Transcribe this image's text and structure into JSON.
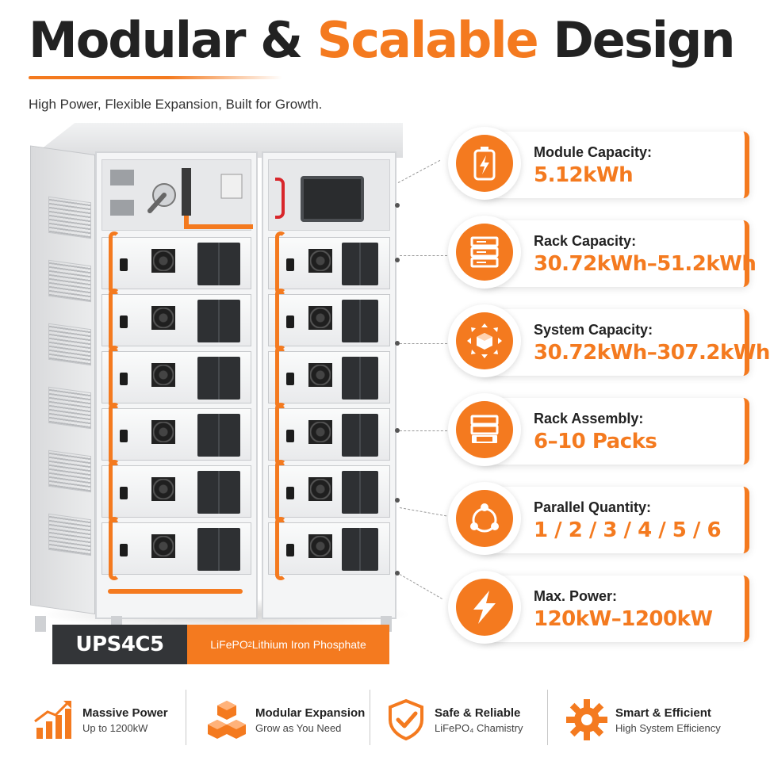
{
  "header": {
    "title_part1": "Modular & ",
    "title_accent": "Scalable",
    "title_part2": " Design",
    "subtitle": "High Power, Flexible Expansion, Built for Growth."
  },
  "product": {
    "model": "UPS4C5",
    "chemistry_prefix": "LiFePO",
    "chemistry_sub": "2",
    "chemistry_suffix": " Lithium Iron Phosphate"
  },
  "features": [
    {
      "icon": "battery-bolt-icon",
      "label": "Module Capacity:",
      "value": "5.12kWh"
    },
    {
      "icon": "rack-server-icon",
      "label": "Rack Capacity:",
      "value": "30.72kWh–51.2kWh"
    },
    {
      "icon": "cube-expand-icon",
      "label": "System Capacity:",
      "value": "30.72kWh–307.2kWh"
    },
    {
      "icon": "rack-assembly-icon",
      "label": "Rack Assembly:",
      "value": "6–10 Packs"
    },
    {
      "icon": "parallel-network-icon",
      "label": "Parallel Quantity:",
      "value": "1 / 2 / 3 / 4 / 5 / 6"
    },
    {
      "icon": "lightning-icon",
      "label": "Max. Power:",
      "value": "120kW–1200kW"
    }
  ],
  "highlights": [
    {
      "icon": "bar-chart-growth-icon",
      "title": "Massive Power",
      "subtitle": "Up to 1200kW"
    },
    {
      "icon": "stacked-cubes-icon",
      "title": "Modular Expansion",
      "subtitle": "Grow as You Need"
    },
    {
      "icon": "shield-check-icon",
      "title": "Safe & Reliable",
      "subtitle": "LiFePO₄ Chamistry"
    },
    {
      "icon": "gear-icon",
      "title": "Smart & Efficient",
      "subtitle": "High System Efficiency"
    }
  ],
  "colors": {
    "accent": "#f47a1f",
    "dark": "#333538",
    "text": "#222222"
  }
}
